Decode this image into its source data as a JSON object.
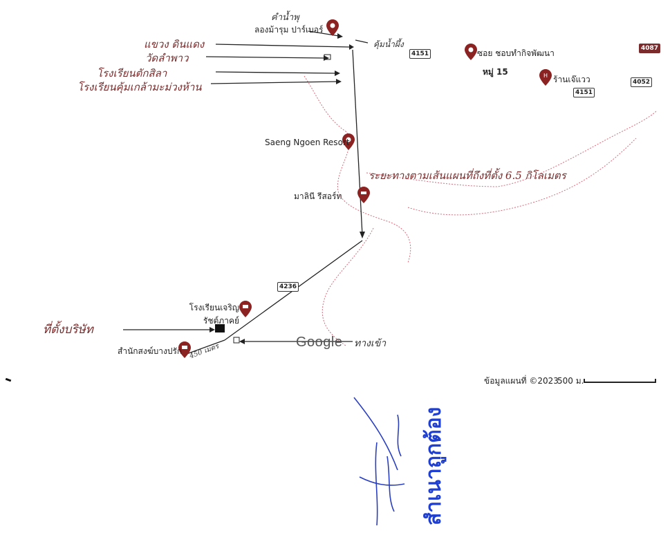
{
  "map": {
    "places": [
      {
        "id": "longmarum",
        "label": "ลองม้ารุม ปาร์เบอร์"
      },
      {
        "id": "soi",
        "label": "ซอย ชอบทำกิจพัฒนา"
      },
      {
        "id": "moo15",
        "label": "หมู่ 15"
      },
      {
        "id": "shop",
        "label": "ร้านเจ๊แวว"
      },
      {
        "id": "saeng",
        "label": "Saeng Ngoen Resort"
      },
      {
        "id": "mali",
        "label": "มาลินี รีสอร์ท"
      },
      {
        "id": "school",
        "label": "โรงเรียนเจริญรัชต์ภาคย์"
      },
      {
        "id": "monk",
        "label": "สำนักสงฆ์บางปรัก"
      }
    ],
    "road_shields": [
      "4151",
      "4151",
      "4052",
      "4087",
      "4236"
    ],
    "handwritten": {
      "market": "แขวง ดินแดง",
      "vat": "วัดลำพาว",
      "school1": "โรงเรียนตักสิลา",
      "school2": "โรงเรียนคุ้มเกล้ามะม่วงห้าน",
      "junction_top": "คำน้ำพุ",
      "junction_right": "คุ้มน้ำผึ้ง",
      "distance": "ระยะทางตามเส้นแผนที่ถึงที่ตั้ง 6.5 กิโลเมตร",
      "site": "ที่ตั้งบริษัท",
      "near": "450 เมตร",
      "front": "ทางเข้า"
    },
    "google_logo": "Google",
    "attribution": "ข้อมูลแผนที่ ©2023",
    "scale_label": "500 ม."
  },
  "stamp_text": "สำเนาถูกต้อง"
}
